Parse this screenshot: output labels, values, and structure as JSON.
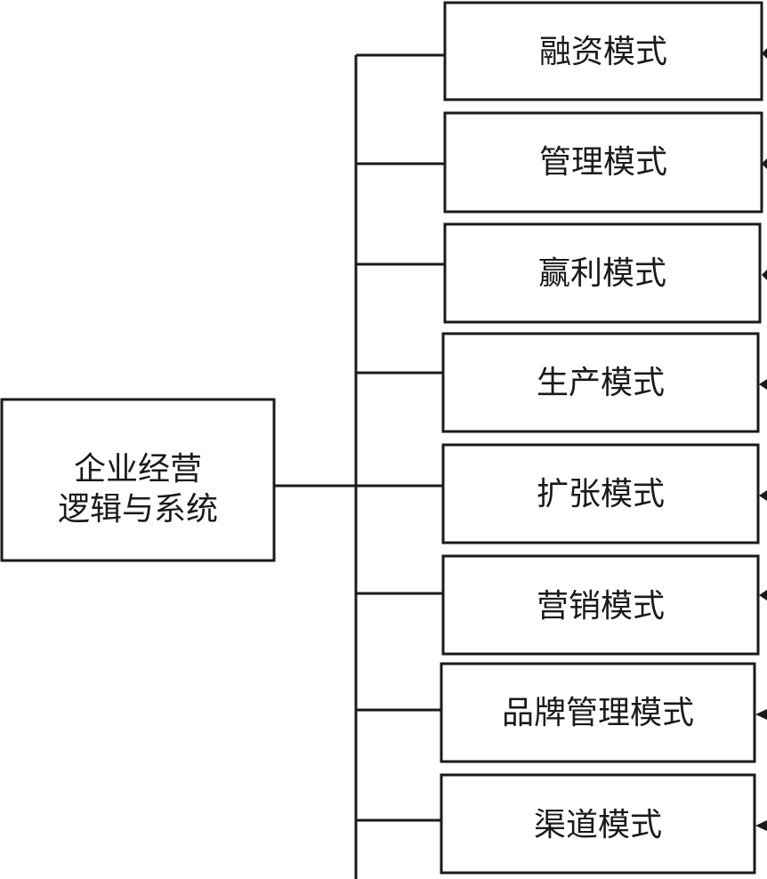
{
  "diagram": {
    "root": {
      "line1": "企业经营",
      "line2": "逻辑与系统"
    },
    "branches": [
      {
        "label": "融资模式"
      },
      {
        "label": "管理模式"
      },
      {
        "label": "赢利模式"
      },
      {
        "label": "生产模式"
      },
      {
        "label": "扩张模式"
      },
      {
        "label": "营销模式"
      },
      {
        "label": "品牌管理模式"
      },
      {
        "label": "渠道模式"
      }
    ]
  },
  "colors": {
    "stroke": "#1a1a1a",
    "background": "#ffffff",
    "text": "#1a1a1a"
  }
}
